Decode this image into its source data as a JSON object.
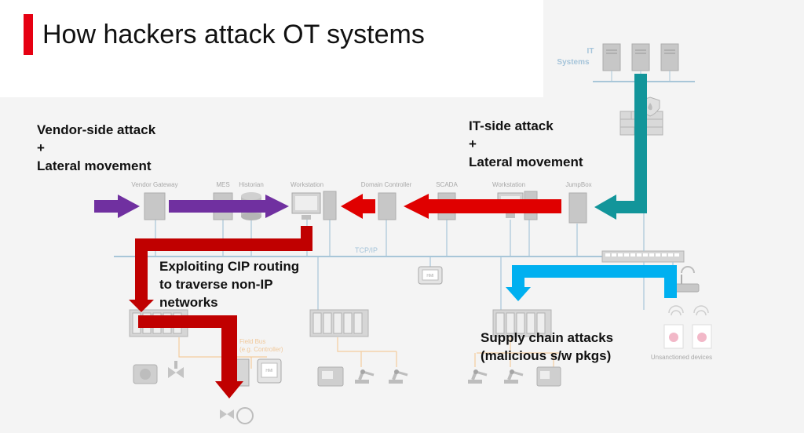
{
  "title": "How hackers attack OT systems",
  "colors": {
    "accent_red": "#e60012",
    "vendor_arrow": "#7030a0",
    "it_side_arrow": "#e00000",
    "cip_arrow": "#c00000",
    "it_arrow": "#12959a",
    "supply_arrow": "#00b0f0",
    "device_grey": "#bdbdbd"
  },
  "attacks": {
    "vendor": "Vendor-side attack\n+\nLateral movement",
    "it_side": "IT-side attack\n+\nLateral movement",
    "cip": "Exploiting CIP routing\nto traverse non-IP\nnetworks",
    "supply": "Supply chain attacks\n(malicious s/w pkgs)"
  },
  "network": {
    "it_systems": [
      "IT",
      "Systems"
    ],
    "vendor_gateway": "Vendor Gateway",
    "mes": "MES",
    "historian": "Historian",
    "workstation_1": "Workstation",
    "domain_controller": "Domain Controller",
    "scada": "SCADA",
    "workstation_2": "Workstation",
    "jumpbox": "JumpBox",
    "tcpip": "TCP/IP",
    "field_bus": [
      "Field Bus",
      "(e.g. Controller)"
    ],
    "unsanctioned": "Unsanctioned devices",
    "hmi": "HMI"
  }
}
